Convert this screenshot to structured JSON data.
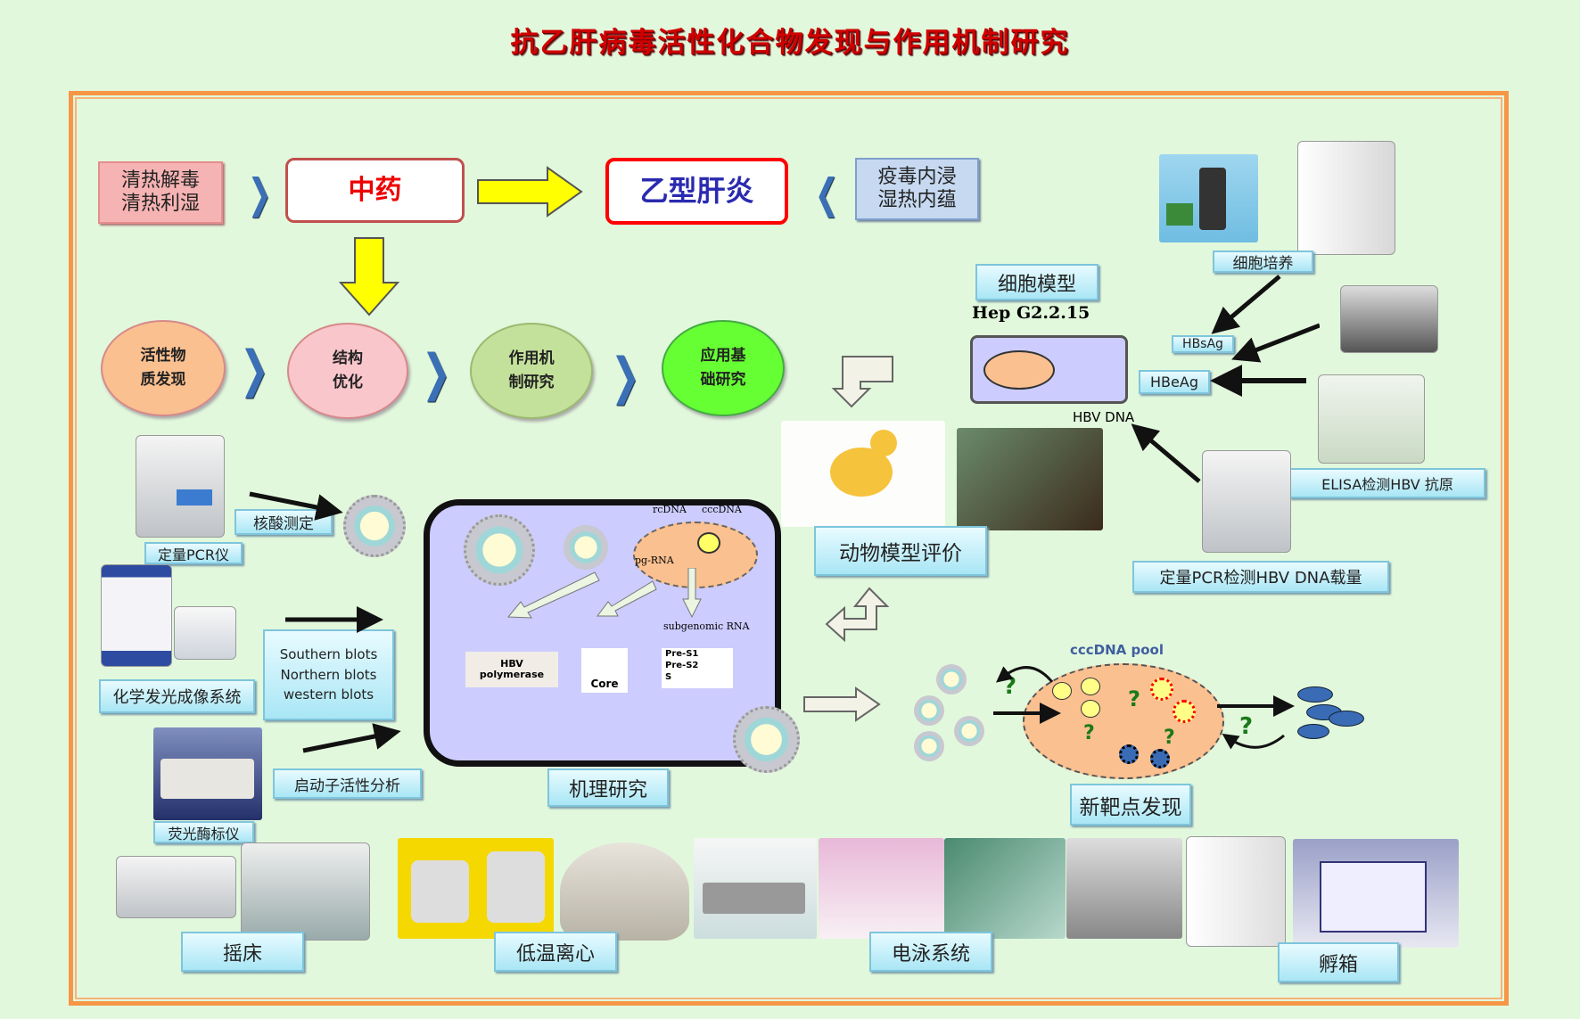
{
  "title": "抗乙肝病毒活性化合物发现与作用机制研究",
  "top": {
    "tcm_principles": [
      "清热解毒",
      "清热利湿"
    ],
    "tcm": "中药",
    "disease": "乙型肝炎",
    "pathogenesis": [
      "疫毒内浸",
      "湿热内蕴"
    ]
  },
  "flow": [
    {
      "lines": [
        "活性物",
        "质发现"
      ],
      "color": "#fac090"
    },
    {
      "lines": [
        "结构",
        "优化"
      ],
      "color": "#f9c6cc"
    },
    {
      "lines": [
        "作用机",
        "制研究"
      ],
      "color": "#c3e19a"
    },
    {
      "lines": [
        "应用基",
        "础研究"
      ],
      "color": "#66ff33"
    }
  ],
  "cell_model": {
    "label": "细胞模型",
    "line": "Hep G2.2.15",
    "hbsag": "HBsAg",
    "hbeag": "HBeAg",
    "hbv_dna": "HBV DNA",
    "culture": "细胞培养",
    "elisa": "ELISA检测HBV 抗原",
    "pcr": "定量PCR检测HBV DNA载量"
  },
  "animal": {
    "label": "动物模型评价"
  },
  "left": {
    "nucleic": "核酸测定",
    "pcr": "定量PCR仪",
    "imaging": "化学发光成像系统",
    "blots": [
      "Southern blots",
      "Northern blots",
      "western blots"
    ],
    "promoter": "启动子活性分析",
    "luminometer": "荧光酶标仪"
  },
  "mechanism": {
    "label": "机理研究",
    "rcdna": "rcDNA",
    "cccdna": "cccDNA",
    "pgrna": "pg-RNA",
    "subgenomic": "subgenomic RNA",
    "polymerase": [
      "HBV",
      "polymerase"
    ],
    "core": "Core",
    "surface": [
      "Pre-S1",
      "Pre-S2",
      "S"
    ]
  },
  "target": {
    "pool": "cccDNA pool",
    "label": "新靶点发现",
    "q": "?"
  },
  "bottom": {
    "shaker": "摇床",
    "centrifuge": "低温离心",
    "electrophoresis": "电泳系统",
    "incubator": "孵箱"
  }
}
